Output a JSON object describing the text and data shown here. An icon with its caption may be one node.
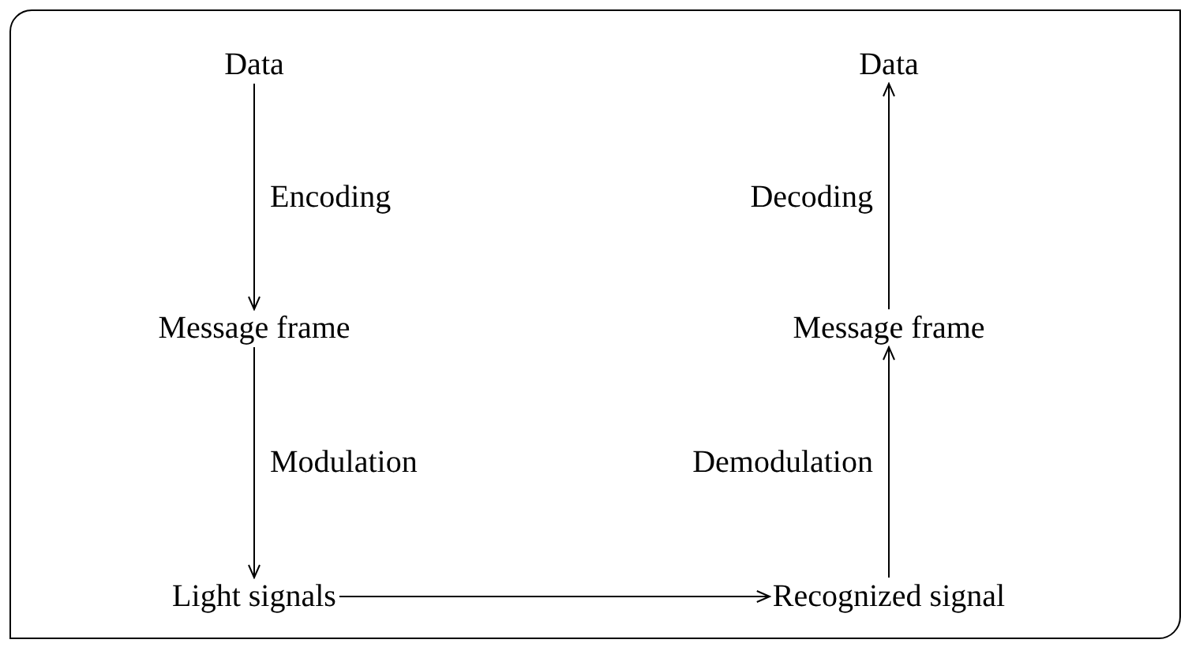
{
  "diagram": {
    "nodes": [
      {
        "text": [],
        "shape": "box"
      },
      {
        "text": [
          "Data"
        ],
        "in": 0
      },
      {
        "text": [
          "Message frame"
        ],
        "in": 0
      },
      {
        "text": [
          "Light signals"
        ],
        "in": 0
      },
      {
        "text": [
          "Recognized signal"
        ],
        "in": 0
      },
      {
        "text": [
          "Message frame"
        ],
        "in": 0
      },
      {
        "text": [
          "Data"
        ],
        "in": 0
      }
    ],
    "edges": [
      {
        "from": 1,
        "to": 2,
        "arrow": "to",
        "label": "Encoding"
      },
      {
        "from": 2,
        "to": 3,
        "arrow": "to",
        "label": "Modulation"
      },
      {
        "from": 3,
        "to": 4,
        "arrow": "to"
      },
      {
        "from": 4,
        "to": 5,
        "arrow": "to",
        "label": "Demodulation"
      },
      {
        "from": 5,
        "to": 6,
        "arrow": "to",
        "label": "Decoding"
      }
    ]
  }
}
